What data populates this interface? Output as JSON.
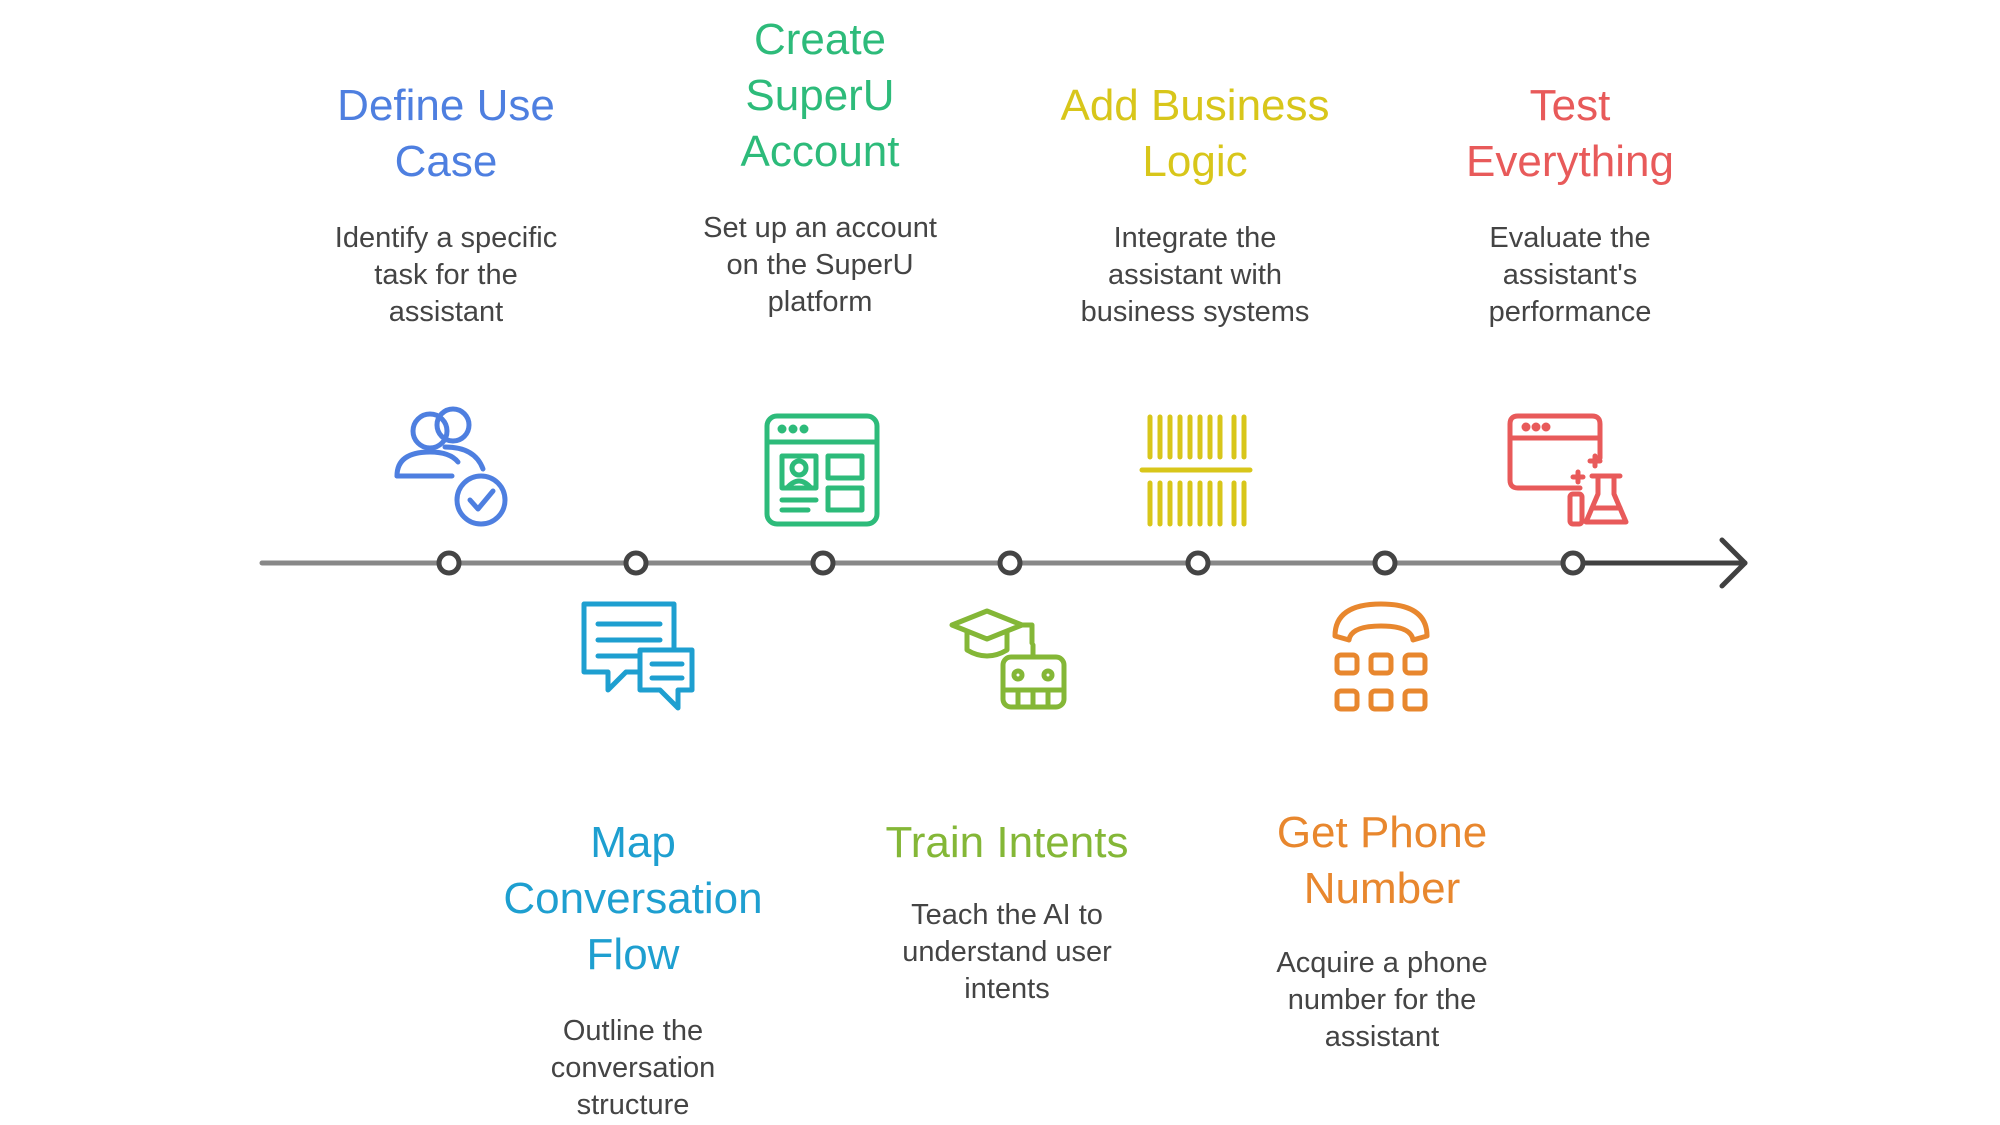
{
  "steps": [
    {
      "title": "Define Use Case",
      "title_lines": [
        "Define Use",
        "Case"
      ],
      "desc_lines": [
        "Identify a specific",
        "task for the",
        "assistant"
      ],
      "color": "#4E7FE0",
      "icon": "users-check-icon",
      "position": "top"
    },
    {
      "title": "Map Conversation Flow",
      "title_lines": [
        "Map",
        "Conversation",
        "Flow"
      ],
      "desc_lines": [
        "Outline the",
        "conversation",
        "structure"
      ],
      "color": "#1E9FD0",
      "icon": "chat-bubbles-icon",
      "position": "bottom"
    },
    {
      "title": "Create SuperU Account",
      "title_lines": [
        "Create",
        "SuperU",
        "Account"
      ],
      "desc_lines": [
        "Set up an account",
        "on the SuperU",
        "platform"
      ],
      "color": "#2DBB7A",
      "icon": "browser-profile-icon",
      "position": "top"
    },
    {
      "title": "Train Intents",
      "title_lines": [
        "Train Intents"
      ],
      "desc_lines": [
        "Teach the AI to",
        "understand user",
        "intents"
      ],
      "color": "#84B737",
      "icon": "graduation-robot-icon",
      "position": "bottom"
    },
    {
      "title": "Add Business Logic",
      "title_lines": [
        "Add Business",
        "Logic"
      ],
      "desc_lines": [
        "Integrate the",
        "assistant with",
        "business systems"
      ],
      "color": "#D8C61A",
      "icon": "barcode-icon",
      "position": "top"
    },
    {
      "title": "Get Phone Number",
      "title_lines": [
        "Get Phone",
        "Number"
      ],
      "desc_lines": [
        "Acquire a phone",
        "number for the",
        "assistant"
      ],
      "color": "#E8872E",
      "icon": "telephone-keypad-icon",
      "position": "bottom"
    },
    {
      "title": "Test Everything",
      "title_lines": [
        "Test",
        "Everything"
      ],
      "desc_lines": [
        "Evaluate the",
        "assistant's",
        "performance"
      ],
      "color": "#E85A5A",
      "icon": "browser-flask-icon",
      "position": "top"
    }
  ],
  "line_color": "#888888",
  "arrow_color": "#404040"
}
